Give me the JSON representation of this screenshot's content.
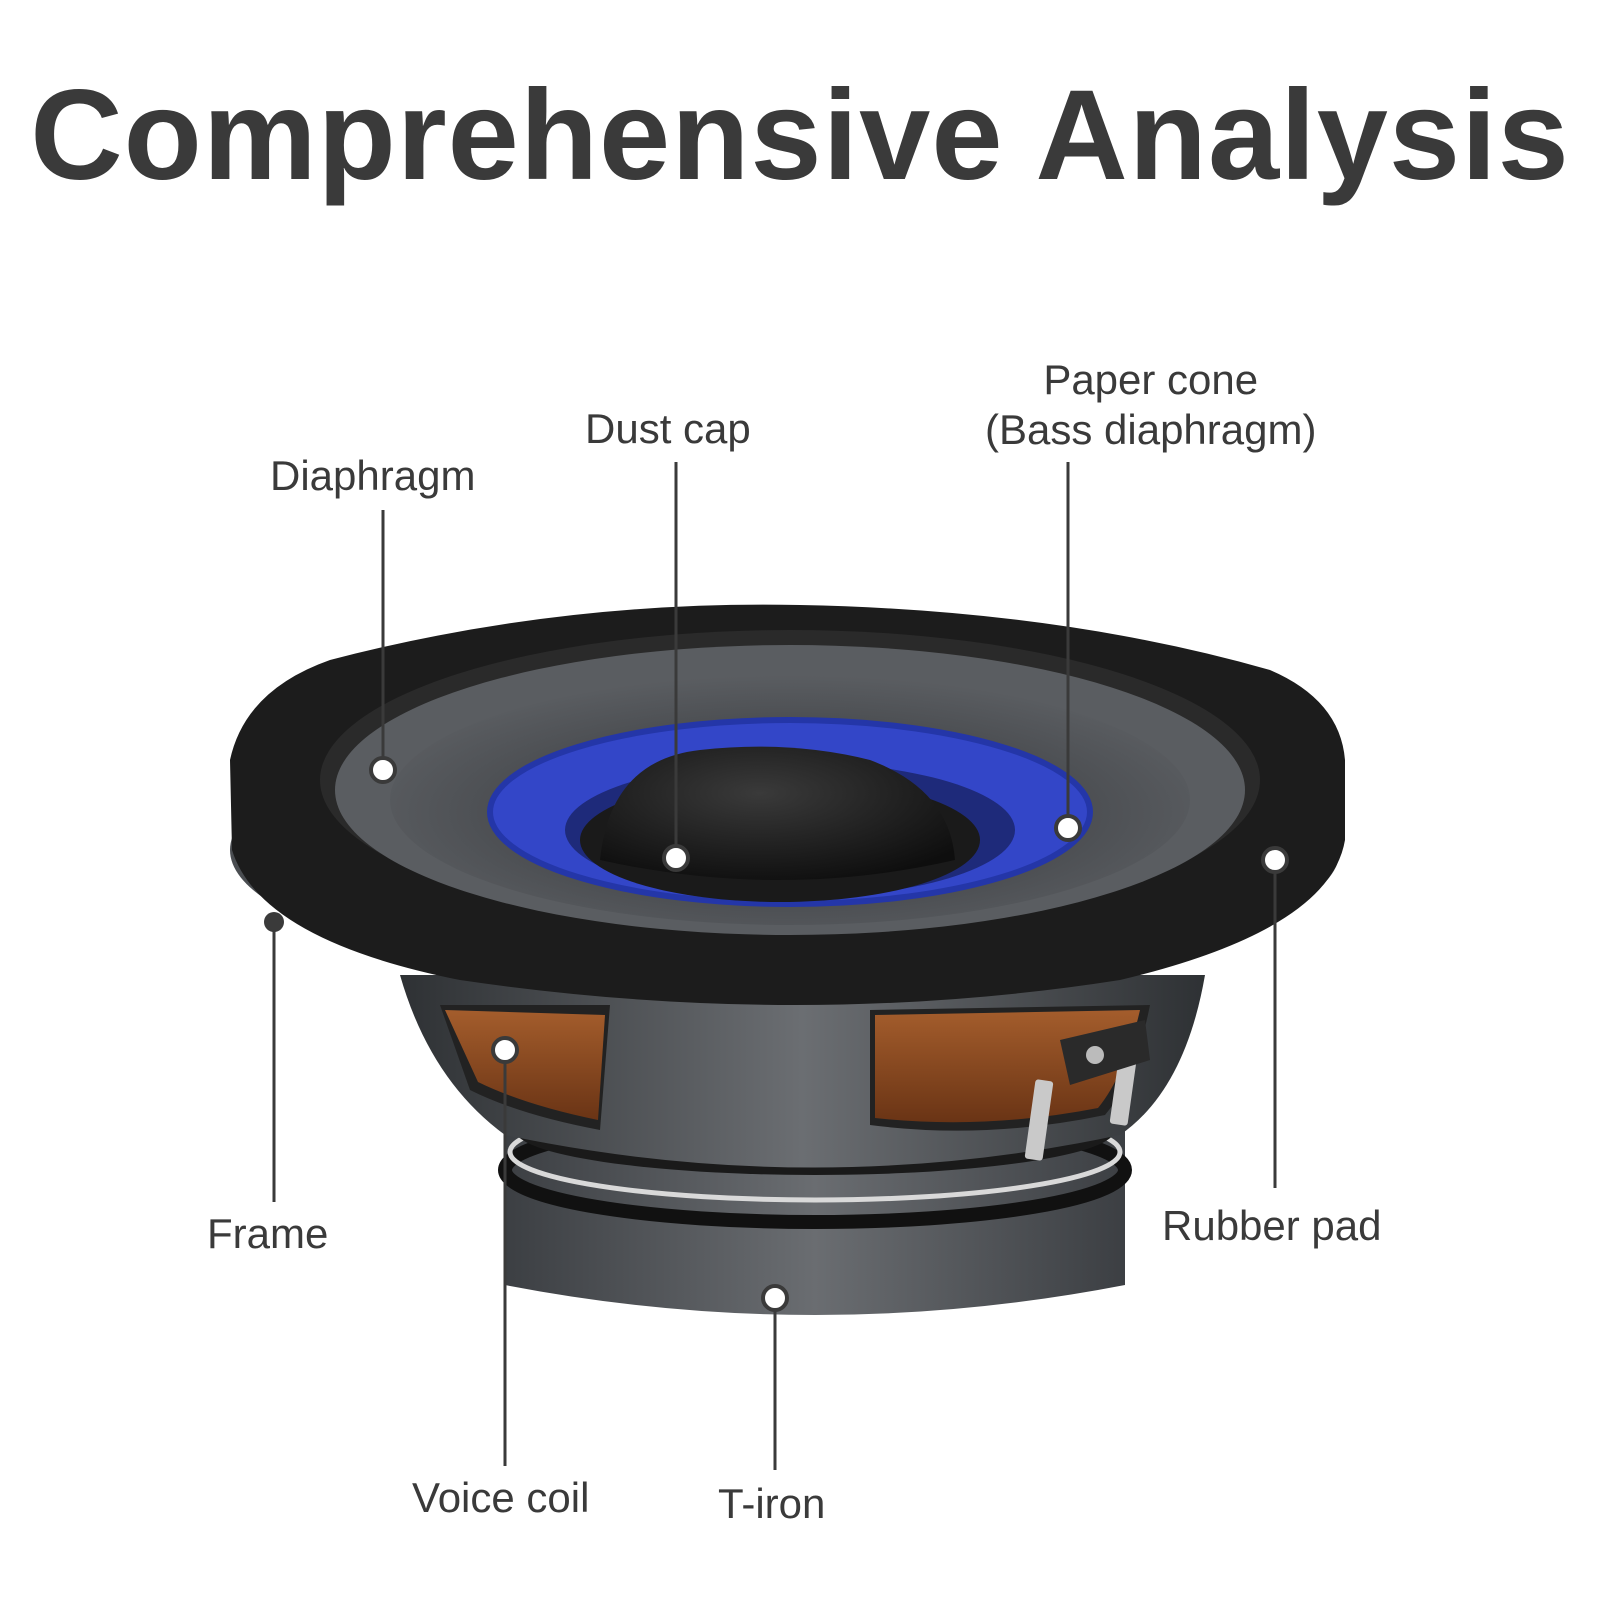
{
  "title": "Comprehensive Analysis",
  "colors": {
    "text": "#3a3a3a",
    "rubber_surround": "#1c1c1c",
    "cone_gray": "#55585c",
    "blue_ring": "#3346c8",
    "dust_cap": "#151515",
    "frame": "#5a5d61",
    "copper": "#8a4a22",
    "leader": "#3a3a3a"
  },
  "labels": {
    "diaphragm": "Diaphragm",
    "dust_cap": "Dust cap",
    "paper_cone_line1": "Paper cone",
    "paper_cone_line2": "(Bass diaphragm)",
    "frame": "Frame",
    "rubber_pad": "Rubber pad",
    "voice_coil": "Voice coil",
    "t_iron": "T-iron"
  }
}
